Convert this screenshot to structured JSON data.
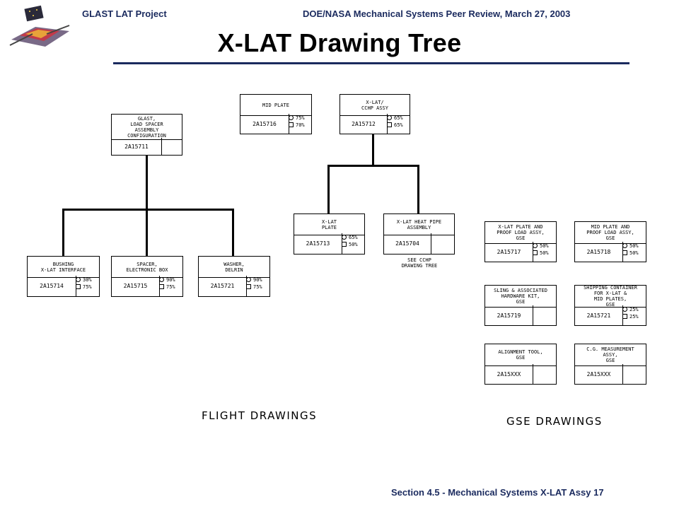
{
  "header": {
    "left": "GLAST LAT Project",
    "right": "DOE/NASA Mechanical Systems Peer Review, March 27, 2003"
  },
  "title": "X-LAT Drawing Tree",
  "footer": "Section 4.5 - Mechanical Systems  X-LAT Assy   17",
  "boxes": {
    "glast_load_spacer": {
      "title": "GLAST,\nLOAD SPACER\nASSEMBLY\nCONFIGURATION",
      "number": "2A15711"
    },
    "mid_plate": {
      "title": "MID PLATE",
      "number": "2A15716",
      "pct1": "75%",
      "pct2": "70%"
    },
    "xlat_cchp_assy": {
      "title": "X-LAT/\nCCHP ASSY",
      "number": "2A15712",
      "pct1": "65%",
      "pct2": "65%"
    },
    "bushing": {
      "title": "BUSHING\nX-LAT INTERFACE",
      "number": "2A15714",
      "pct1": "30%",
      "pct2": "75%"
    },
    "spacer": {
      "title": "SPACER,\nELECTRONIC BOX",
      "number": "2A15715",
      "pct1": "90%",
      "pct2": "75%"
    },
    "washer": {
      "title": "WASHER,\nDELRIN",
      "number": "2A15721",
      "pct1": "90%",
      "pct2": "75%"
    },
    "xlat_plate": {
      "title": "X-LAT\nPLATE",
      "number": "2A15713",
      "pct1": "65%",
      "pct2": "50%"
    },
    "heat_pipe": {
      "title": "X-LAT HEAT PIPE\nASSEMBLY",
      "number": "2A15704"
    },
    "plate_proof": {
      "title": "X-LAT PLATE  AND\nPROOF LOAD ASSY,\nGSE",
      "number": "2A15717",
      "pct1": "50%",
      "pct2": "50%"
    },
    "mid_plate_proof": {
      "title": "MID PLATE AND\nPROOF LOAD ASSY,\nGSE",
      "number": "2A15718",
      "pct1": "50%",
      "pct2": "50%"
    },
    "sling": {
      "title": "SLING & ASSOCIATED\nHARDWARE KIT,\nGSE",
      "number": "2A15719"
    },
    "shipping": {
      "title": "SHIPPING CONTAINER\nFOR X-LAT &\nMID PLATES,\nGSE",
      "number": "2A15721",
      "pct1": "25%",
      "pct2": "25%"
    },
    "alignment": {
      "title": "ALIGNMENT TOOL,\nGSE",
      "number": "2A15XXX"
    },
    "cg_measure": {
      "title": "C.G. MEASUREMENT\nASSY,\nGSE",
      "number": "2A15XXX"
    }
  },
  "see_cchp_note": "SEE CCHP\nDRAWING TREE",
  "labels": {
    "flight": "FLIGHT DRAWINGS",
    "gse": "GSE DRAWINGS"
  }
}
